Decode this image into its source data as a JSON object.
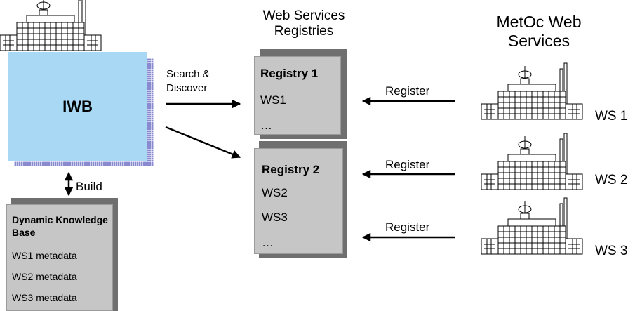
{
  "iwb": {
    "label": "IWB"
  },
  "build_label": "Build",
  "search_label": "Search & Discover",
  "registries": {
    "heading": "Web Services Registries",
    "registry1": {
      "title": "Registry 1",
      "items": [
        "WS1",
        "…"
      ]
    },
    "registry2": {
      "title": "Registry 2",
      "items": [
        "WS2",
        "WS3",
        "…"
      ]
    }
  },
  "knowledge_base": {
    "title": "Dynamic Knowledge Base",
    "items": [
      "WS1 metadata",
      "WS2 metadata",
      "WS3 metadata"
    ]
  },
  "metoc": {
    "heading": "MetOc Web Services",
    "services": [
      {
        "label": "WS 1",
        "arrow_label": "Register"
      },
      {
        "label": "WS 2",
        "arrow_label": "Register"
      },
      {
        "label": "WS 3",
        "arrow_label": "Register"
      }
    ]
  },
  "colors": {
    "iwb_fill": "#a8d8f4",
    "iwb_pattern": "#8a8ad0",
    "card_fill": "#c6c6c6",
    "card_shadow": "#6f6f6f"
  }
}
